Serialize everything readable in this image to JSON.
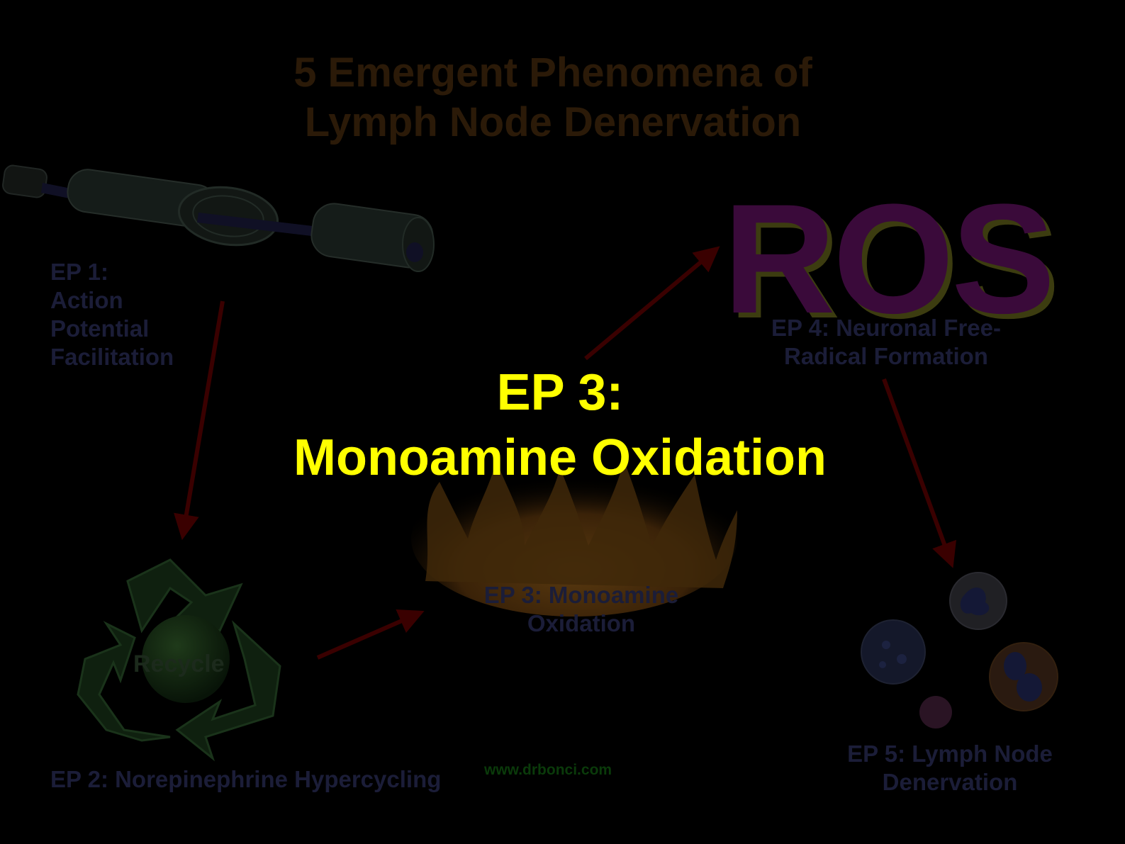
{
  "title": {
    "line1": "5 Emergent Phenomena of",
    "line2": "Lymph Node Denervation"
  },
  "nodes": {
    "ep1": {
      "line1": "EP 1:",
      "line2": "Action",
      "line3": "Potential",
      "line4": "Facilitation"
    },
    "ep2": {
      "label": "EP 2: Norepinephrine Hypercycling"
    },
    "ep3": {
      "line1": "EP 3: Monoamine",
      "line2": "Oxidation"
    },
    "ep4": {
      "line1": "EP 4: Neuronal Free-",
      "line2": "Radical Formation"
    },
    "ep5": {
      "line1": "EP 5: Lymph Node",
      "line2": "Denervation"
    }
  },
  "highlight": {
    "line1": "EP 3:",
    "line2": "Monoamine Oxidation"
  },
  "ros_label": "ROS",
  "recycle_label": "Recycle",
  "watermark": "www.drbonci.com",
  "colors": {
    "background": "#000000",
    "highlight_text": "#ffff00",
    "dim_text": "#1b1d38",
    "arrow": "#3a0000",
    "title": "#2b1a08"
  }
}
